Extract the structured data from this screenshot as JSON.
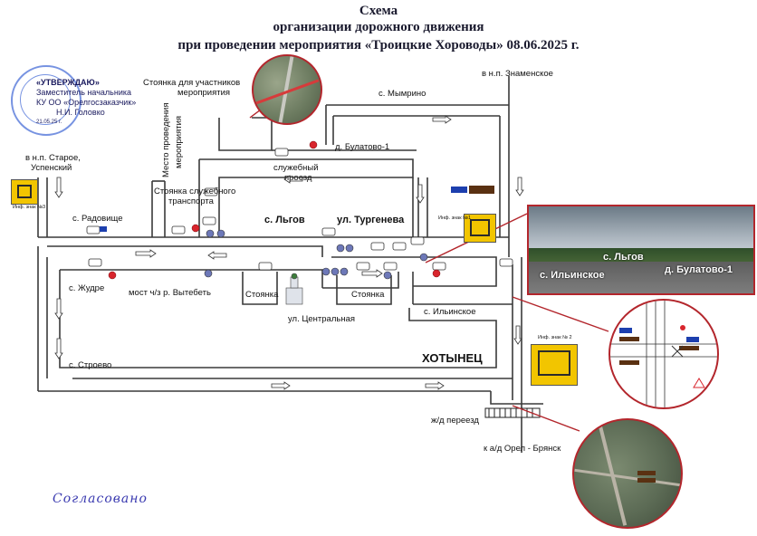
{
  "title": {
    "line1": "Схема",
    "line2": "организации дорожного движения",
    "line3": "при проведении мероприятия «Троицкие Хороводы» 08.06.2025 г."
  },
  "approval": {
    "heading": "«УТВЕРЖДАЮ»",
    "line1": "Заместитель начальника",
    "line2": "КУ ОО «Орелгосзаказчик»",
    "line3": "Н.И. Головко",
    "date": "21.05.25 г."
  },
  "agreement": {
    "text": "Согласовано"
  },
  "labels": {
    "znamenskoe": "в н.п. Знаменское",
    "mymrino": "с. Мымрино",
    "parking_participants_1": "Стоянка для участников",
    "parking_participants_2": "мероприятия",
    "event_place_1": "Место проведения",
    "event_place_2": "мероприятия",
    "bulatovo": "д. Булатово-1",
    "service_pass_1": "служебный",
    "service_pass_2": "проезд",
    "staroe_1": "в н.п. Старое,",
    "staroe_2": "Успенский",
    "service_parking_1": "Стоянка служебного",
    "service_parking_2": "транспорта",
    "radovishe": "с. Радовище",
    "lgov": "с. Льгов",
    "turgeneva": "ул. Тургенева",
    "zhudre": "с. Жудре",
    "bridge": "мост ч/з р. Вытебеть",
    "parking_a": "Стоянка",
    "parking_b": "Стоянка",
    "centralnaya": "ул. Центральная",
    "ilinskoe": "с. Ильинское",
    "stroevo": "с. Строево",
    "khotynets": "ХОТЫНЕЦ",
    "rail_crossing": "ж/д переезд",
    "orel_bryansk": "к а/д Орел - Брянск",
    "sign_caption_1": "Инф. знак №1",
    "sign_caption_2": "Инф. знак № 2",
    "sign_caption_3": "Инф. знак №3"
  },
  "photo": {
    "label_lgov": "с. Льгов",
    "label_ilinskoe": "с. Ильинское",
    "label_bulatovo": "д. Булатово-1"
  },
  "colors": {
    "road": "#3a3a3a",
    "accent_red": "#b3262c",
    "sign_yellow": "#f2c500",
    "stamp_blue": "#4a6fd8"
  }
}
